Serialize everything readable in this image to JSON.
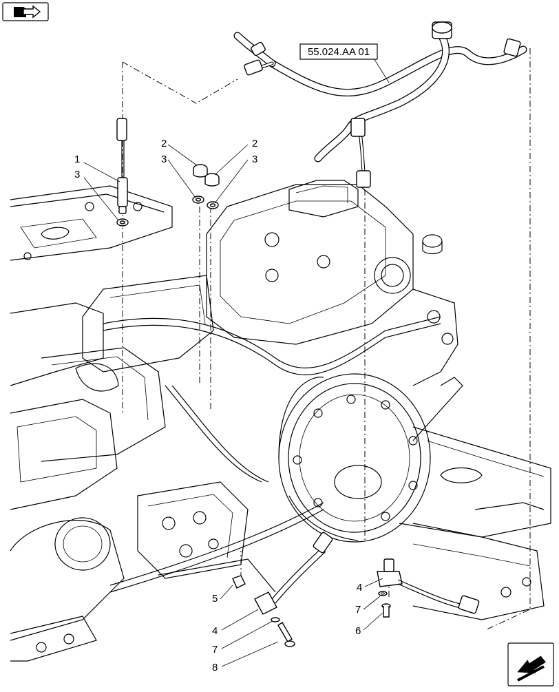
{
  "reference_label": "55.024.AA 01",
  "icons": {
    "top_left": "book-arrow-icon",
    "bottom_right": "next-page-arrow-icon"
  },
  "callouts": [
    {
      "id": "c1",
      "label": "1"
    },
    {
      "id": "c2a",
      "label": "2"
    },
    {
      "id": "c2b",
      "label": "2"
    },
    {
      "id": "c3a",
      "label": "3"
    },
    {
      "id": "c3b",
      "label": "3"
    },
    {
      "id": "c3c",
      "label": "3"
    },
    {
      "id": "c4a",
      "label": "4"
    },
    {
      "id": "c4b",
      "label": "4"
    },
    {
      "id": "c5",
      "label": "5"
    },
    {
      "id": "c6",
      "label": "6"
    },
    {
      "id": "c7a",
      "label": "7"
    },
    {
      "id": "c7b",
      "label": "7"
    },
    {
      "id": "c8",
      "label": "8"
    }
  ]
}
